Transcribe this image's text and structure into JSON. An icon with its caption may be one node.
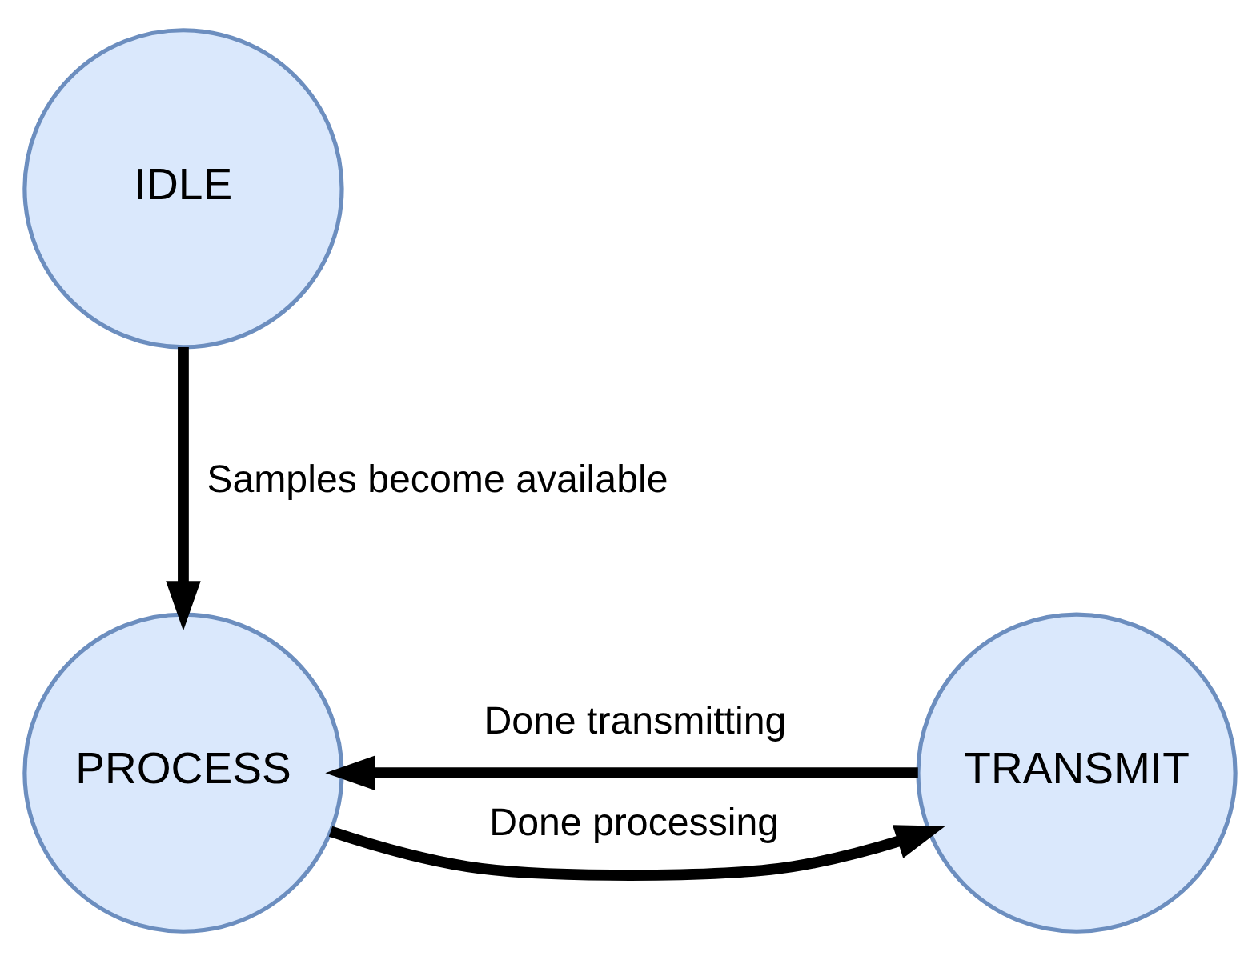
{
  "diagram": {
    "nodes": [
      {
        "text": [
          "IDLE"
        ]
      },
      {
        "text": [
          "PROCESS"
        ]
      },
      {
        "text": [
          "TRANSMIT"
        ]
      }
    ],
    "edges": [
      {
        "from": 0,
        "to": 1,
        "arrow": "to",
        "label": "Samples become available"
      },
      {
        "from": 1,
        "to": 2,
        "arrow": "to",
        "label": "Done processing"
      },
      {
        "from": 2,
        "to": 1,
        "arrow": "to",
        "label": "Done transmitting"
      }
    ]
  }
}
